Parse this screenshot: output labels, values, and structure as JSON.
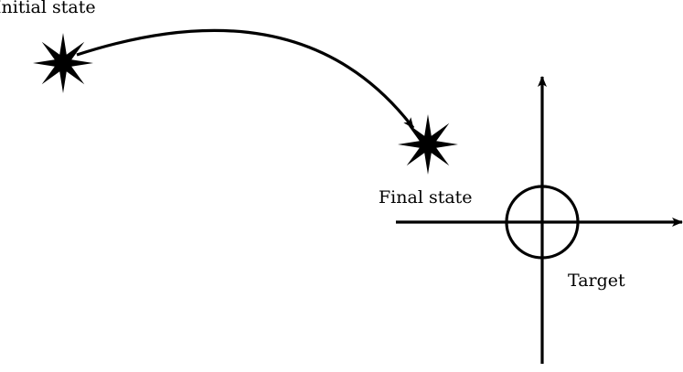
{
  "labels": {
    "initial_state": "Initial state",
    "final_state": "Final state",
    "target": "Target"
  },
  "colors": {
    "stroke": "#000000",
    "background": "#ffffff"
  },
  "icons": {
    "initial_marker": "star-burst-icon",
    "final_marker": "star-burst-icon",
    "target_marker": "crosshair-circle-icon"
  }
}
